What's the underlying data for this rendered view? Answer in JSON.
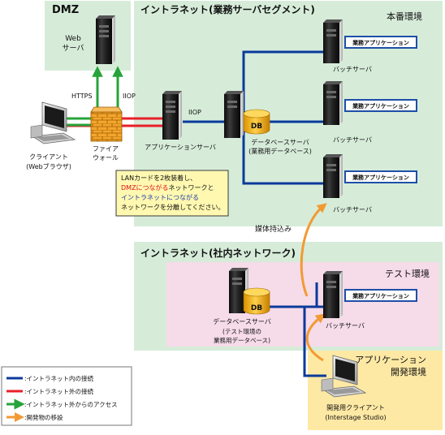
{
  "colors": {
    "zone_green": "#d6ecd9",
    "zone_pink": "#f6dbe9",
    "zone_yellow": "#fde9a4",
    "internal_line": "#0b3a9b",
    "external_line": "#e8202a",
    "access_arrow": "#26a43a",
    "migration_arrow": "#f29a33",
    "db_fill": "#f6b700",
    "note_fill": "#fff8b0",
    "note_red": "#e0101a",
    "note_blue": "#1a3aa6",
    "app_tag": "#1e4fa8"
  },
  "zones": {
    "dmz": "DMZ",
    "intranet_business": "イントラネット(業務サーバセグメント)",
    "production": "本番環境",
    "intranet_internal": "イントラネット(社内ネットワーク)",
    "test": "テスト環境",
    "devenv_line1": "アプリケーション",
    "devenv_line2": "開発環境"
  },
  "nodes": {
    "web_server_line1": "Web",
    "web_server_line2": "サーバ",
    "client_line1": "クライアント",
    "client_line2": "(Webブラウザ)",
    "firewall_line1": "ファイア",
    "firewall_line2": "ウォール",
    "app_server": "アプリケーションサーバ",
    "db_server_prod_line1": "データベースサーバ",
    "db_server_prod_line2": "(業務用データベース)",
    "batch_server": "バッチサーバ",
    "db_server_test_line1": "データベースサーバ",
    "db_server_test_line2": "(テスト環境の",
    "db_server_test_line3": "業務用データベース)",
    "batch_server_test": "バッチサーバ",
    "dev_client_line1": "開発用クライアント",
    "dev_client_line2": "(Interstage Studio)",
    "db_label": "DB",
    "app_tag": "業務アプリケーション"
  },
  "protocols": {
    "https": "HTTPS",
    "iiop_top": "IIOP",
    "iiop_mid": "IIOP"
  },
  "media_label": "媒体持込み",
  "note": {
    "l1": "LANカードを2枚装着し、",
    "l2_red": "DMZにつながる",
    "l2_rest": "ネットワークと",
    "l3_blue": "イントラネットにつながる",
    "l4": "ネットワークを分離してください。"
  },
  "legend": {
    "internal": ":イントラネット内の接続",
    "external": ":イントラネット外の接続",
    "access": ":イントラネット外からのアクセス",
    "migration": ":開発物の移設"
  }
}
